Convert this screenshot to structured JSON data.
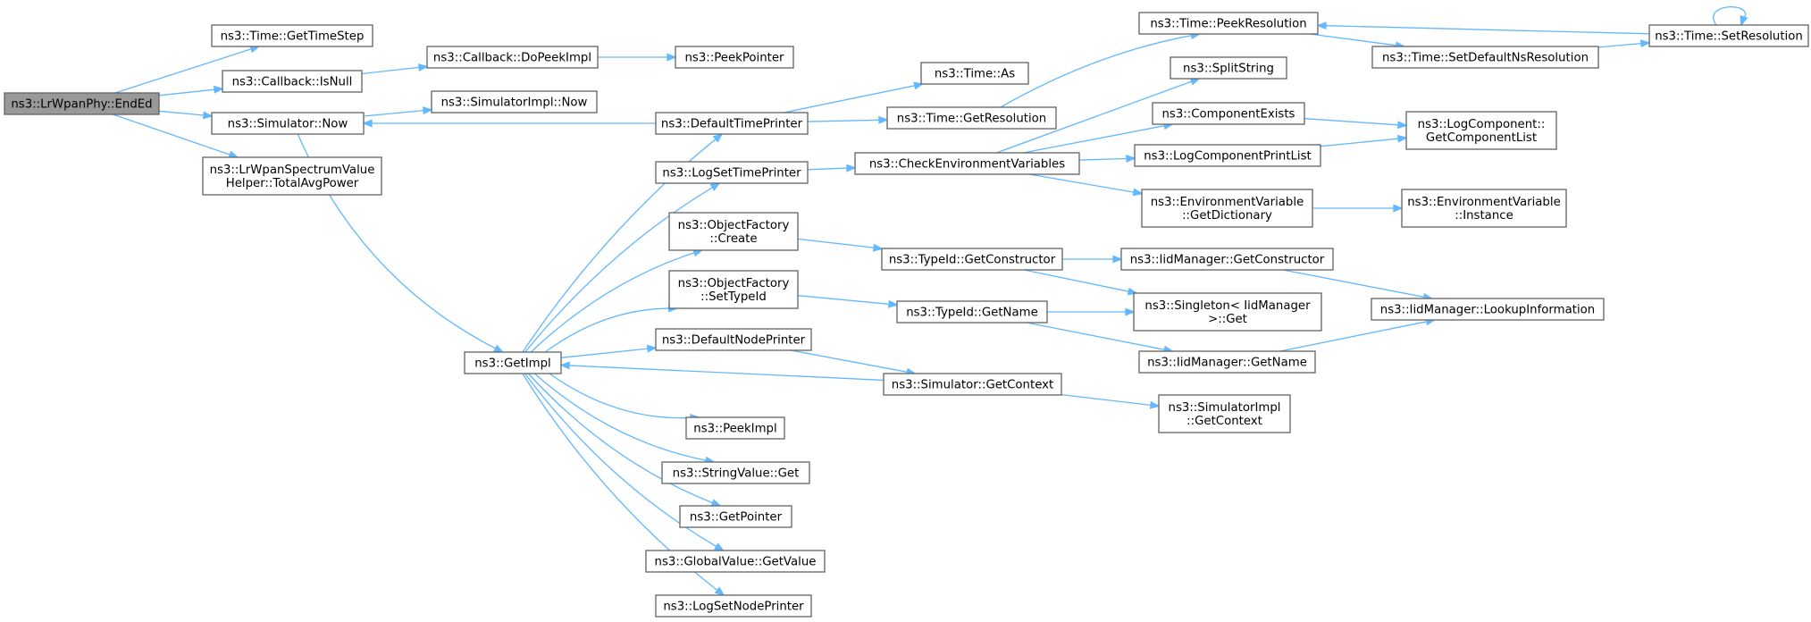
{
  "graph": {
    "root": "ns3::LrWpanPhy::EndEd",
    "nodes": [
      {
        "id": "endEd",
        "lines": [
          "ns3::LrWpanPhy::EndEd"
        ],
        "root": true
      },
      {
        "id": "getTimeStep",
        "lines": [
          "ns3::Time::GetTimeStep"
        ]
      },
      {
        "id": "isNull",
        "lines": [
          "ns3::Callback::IsNull"
        ]
      },
      {
        "id": "simNow",
        "lines": [
          "ns3::Simulator::Now"
        ]
      },
      {
        "id": "totalAvgPower",
        "lines": [
          "ns3::LrWpanSpectrumValue",
          "Helper::TotalAvgPower"
        ]
      },
      {
        "id": "doPeekImpl",
        "lines": [
          "ns3::Callback::DoPeekImpl"
        ]
      },
      {
        "id": "peekPointer",
        "lines": [
          "ns3::PeekPointer"
        ]
      },
      {
        "id": "simImplNow",
        "lines": [
          "ns3::SimulatorImpl::Now"
        ]
      },
      {
        "id": "getImpl",
        "lines": [
          "ns3::GetImpl"
        ]
      },
      {
        "id": "defaultTimePrinter",
        "lines": [
          "ns3::DefaultTimePrinter"
        ]
      },
      {
        "id": "logSetTimePrinter",
        "lines": [
          "ns3::LogSetTimePrinter"
        ]
      },
      {
        "id": "ofCreate",
        "lines": [
          "ns3::ObjectFactory",
          "::Create"
        ]
      },
      {
        "id": "ofSetTypeId",
        "lines": [
          "ns3::ObjectFactory",
          "::SetTypeId"
        ]
      },
      {
        "id": "defaultNodePrinter",
        "lines": [
          "ns3::DefaultNodePrinter"
        ]
      },
      {
        "id": "peekImpl",
        "lines": [
          "ns3::PeekImpl"
        ]
      },
      {
        "id": "stringValueGet",
        "lines": [
          "ns3::StringValue::Get"
        ]
      },
      {
        "id": "getPointer",
        "lines": [
          "ns3::GetPointer"
        ]
      },
      {
        "id": "globalValueGetValue",
        "lines": [
          "ns3::GlobalValue::GetValue"
        ]
      },
      {
        "id": "logSetNodePrinter",
        "lines": [
          "ns3::LogSetNodePrinter"
        ]
      },
      {
        "id": "timeAs",
        "lines": [
          "ns3::Time::As"
        ]
      },
      {
        "id": "timeGetResolution",
        "lines": [
          "ns3::Time::GetResolution"
        ]
      },
      {
        "id": "checkEnvVars",
        "lines": [
          "ns3::CheckEnvironmentVariables"
        ]
      },
      {
        "id": "typeIdGetConstructor",
        "lines": [
          "ns3::TypeId::GetConstructor"
        ]
      },
      {
        "id": "typeIdGetName",
        "lines": [
          "ns3::TypeId::GetName"
        ]
      },
      {
        "id": "simGetContext",
        "lines": [
          "ns3::Simulator::GetContext"
        ]
      },
      {
        "id": "timePeekResolution",
        "lines": [
          "ns3::Time::PeekResolution"
        ]
      },
      {
        "id": "splitString",
        "lines": [
          "ns3::SplitString"
        ]
      },
      {
        "id": "componentExists",
        "lines": [
          "ns3::ComponentExists"
        ]
      },
      {
        "id": "logComponentPrintList",
        "lines": [
          "ns3::LogComponentPrintList"
        ]
      },
      {
        "id": "envVarGetDictionary",
        "lines": [
          "ns3::EnvironmentVariable",
          "::GetDictionary"
        ]
      },
      {
        "id": "iidGetConstructor",
        "lines": [
          "ns3::IidManager::GetConstructor"
        ]
      },
      {
        "id": "singletonGet",
        "lines": [
          "ns3::Singleton< IidManager",
          " >::Get"
        ]
      },
      {
        "id": "iidGetName",
        "lines": [
          "ns3::IidManager::GetName"
        ]
      },
      {
        "id": "simImplGetContext",
        "lines": [
          "ns3::SimulatorImpl",
          "::GetContext"
        ]
      },
      {
        "id": "timeSetDefaultNsResolution",
        "lines": [
          "ns3::Time::SetDefaultNsResolution"
        ]
      },
      {
        "id": "timeSetResolution",
        "lines": [
          "ns3::Time::SetResolution"
        ]
      },
      {
        "id": "logComponentGetComponentList",
        "lines": [
          "ns3::LogComponent::",
          "GetComponentList"
        ]
      },
      {
        "id": "envVarInstance",
        "lines": [
          "ns3::EnvironmentVariable",
          "::Instance"
        ]
      },
      {
        "id": "iidLookupInformation",
        "lines": [
          "ns3::IidManager::LookupInformation"
        ]
      }
    ],
    "edges": [
      {
        "from": "endEd",
        "to": "getTimeStep"
      },
      {
        "from": "endEd",
        "to": "isNull"
      },
      {
        "from": "endEd",
        "to": "simNow"
      },
      {
        "from": "endEd",
        "to": "totalAvgPower"
      },
      {
        "from": "isNull",
        "to": "doPeekImpl"
      },
      {
        "from": "doPeekImpl",
        "to": "peekPointer"
      },
      {
        "from": "simNow",
        "to": "simImplNow"
      },
      {
        "from": "simNow",
        "to": "getImpl"
      },
      {
        "from": "defaultTimePrinter",
        "to": "simNow"
      },
      {
        "from": "defaultTimePrinter",
        "to": "timeAs"
      },
      {
        "from": "defaultTimePrinter",
        "to": "timeGetResolution"
      },
      {
        "from": "timeGetResolution",
        "to": "timePeekResolution"
      },
      {
        "from": "timePeekResolution",
        "to": "timeSetDefaultNsResolution"
      },
      {
        "from": "timeSetDefaultNsResolution",
        "to": "timeSetResolution"
      },
      {
        "from": "timeSetResolution",
        "to": "timePeekResolution"
      },
      {
        "from": "timeSetResolution",
        "to": "timeSetResolution"
      },
      {
        "from": "getImpl",
        "to": "defaultTimePrinter"
      },
      {
        "from": "getImpl",
        "to": "logSetTimePrinter"
      },
      {
        "from": "getImpl",
        "to": "ofCreate"
      },
      {
        "from": "getImpl",
        "to": "ofSetTypeId"
      },
      {
        "from": "getImpl",
        "to": "defaultNodePrinter"
      },
      {
        "from": "getImpl",
        "to": "peekImpl"
      },
      {
        "from": "getImpl",
        "to": "stringValueGet"
      },
      {
        "from": "getImpl",
        "to": "getPointer"
      },
      {
        "from": "getImpl",
        "to": "globalValueGetValue"
      },
      {
        "from": "getImpl",
        "to": "logSetNodePrinter"
      },
      {
        "from": "logSetTimePrinter",
        "to": "checkEnvVars"
      },
      {
        "from": "checkEnvVars",
        "to": "splitString"
      },
      {
        "from": "checkEnvVars",
        "to": "componentExists"
      },
      {
        "from": "checkEnvVars",
        "to": "logComponentPrintList"
      },
      {
        "from": "checkEnvVars",
        "to": "envVarGetDictionary"
      },
      {
        "from": "componentExists",
        "to": "logComponentGetComponentList"
      },
      {
        "from": "logComponentPrintList",
        "to": "logComponentGetComponentList"
      },
      {
        "from": "envVarGetDictionary",
        "to": "envVarInstance"
      },
      {
        "from": "ofCreate",
        "to": "typeIdGetConstructor"
      },
      {
        "from": "typeIdGetConstructor",
        "to": "iidGetConstructor"
      },
      {
        "from": "typeIdGetConstructor",
        "to": "singletonGet"
      },
      {
        "from": "iidGetConstructor",
        "to": "iidLookupInformation"
      },
      {
        "from": "ofSetTypeId",
        "to": "typeIdGetName"
      },
      {
        "from": "typeIdGetName",
        "to": "singletonGet"
      },
      {
        "from": "typeIdGetName",
        "to": "iidGetName"
      },
      {
        "from": "iidGetName",
        "to": "iidLookupInformation"
      },
      {
        "from": "defaultNodePrinter",
        "to": "simGetContext"
      },
      {
        "from": "simGetContext",
        "to": "getImpl"
      },
      {
        "from": "simGetContext",
        "to": "simImplGetContext"
      }
    ]
  },
  "colors": {
    "edge": "#63b8ff",
    "node_border": "#666666",
    "root_fill": "#999999",
    "node_fill": "#ffffff"
  }
}
